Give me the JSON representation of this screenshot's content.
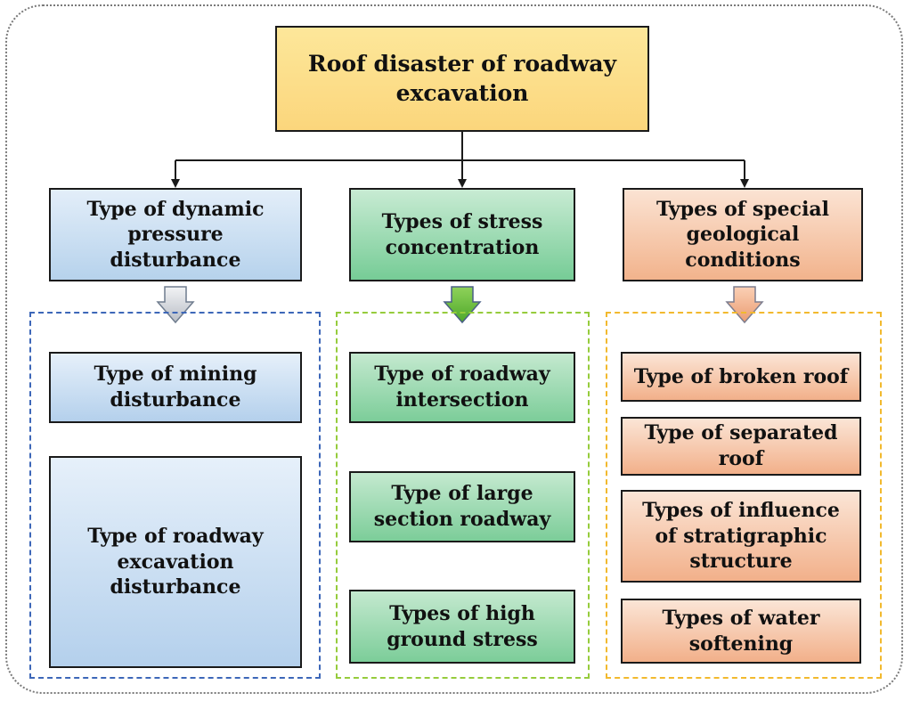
{
  "root": {
    "label": "Roof disaster of roadway excavation"
  },
  "categories": [
    {
      "label": "Type of dynamic pressure disturbance",
      "color": "#b6d2ec",
      "arrow_color": "#c9ced6",
      "border_color": "#3d67b8",
      "items": [
        {
          "label": "Type of mining disturbance"
        },
        {
          "label": "Type of roadway excavation disturbance"
        }
      ]
    },
    {
      "label": "Types of stress concentration",
      "color": "#76cc96",
      "arrow_color": "#5fb833",
      "border_color": "#96cc3c",
      "items": [
        {
          "label": "Type of roadway intersection"
        },
        {
          "label": "Type of large section roadway"
        },
        {
          "label": "Types of high ground stress"
        }
      ]
    },
    {
      "label": "Types of special geological conditions",
      "color": "#f2b38c",
      "arrow_color": "#efa982",
      "border_color": "#f2b92e",
      "items": [
        {
          "label": "Type of broken roof"
        },
        {
          "label": "Type of separated roof"
        },
        {
          "label": "Types of influence of stratigraphic structure"
        },
        {
          "label": "Types of water softening"
        }
      ]
    }
  ]
}
